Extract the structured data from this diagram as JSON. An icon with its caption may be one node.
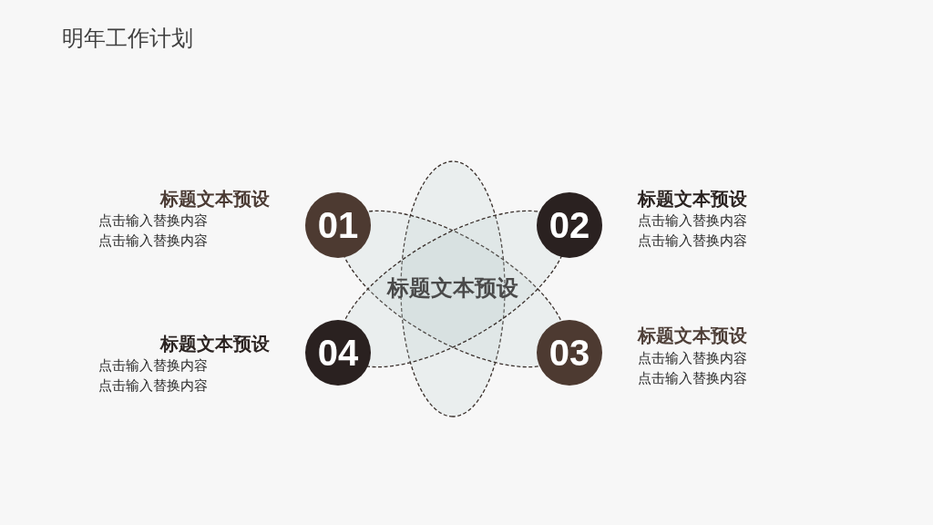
{
  "diagram": {
    "title": "明年工作计划",
    "nodes": [
      {
        "text": [
          "标题文本预设"
        ]
      },
      {
        "text": [
          "01"
        ],
        "beside": [
          "标题文本预设",
          "点击输入替换内容",
          "点击输入替换内容"
        ]
      },
      {
        "text": [
          "02"
        ],
        "beside": [
          "标题文本预设",
          "点击输入替换内容",
          "点击输入替换内容"
        ]
      },
      {
        "text": [
          "03"
        ],
        "beside": [
          "标题文本预设",
          "点击输入替换内容",
          "点击输入替换内容"
        ]
      },
      {
        "text": [
          "04"
        ],
        "beside": [
          "标题文本预设",
          "点击输入替换内容",
          "点击输入替换内容"
        ]
      }
    ]
  }
}
